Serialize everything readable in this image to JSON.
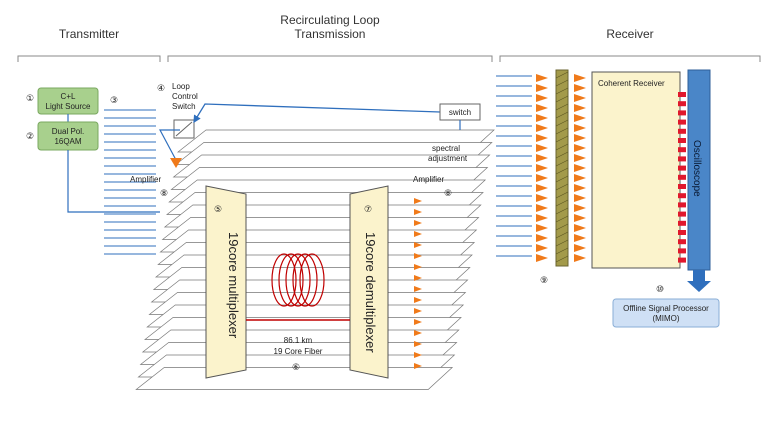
{
  "sections": {
    "transmitter": "Transmitter",
    "loop_line1": "Recirculating Loop",
    "loop_line2": "Transmission",
    "receiver": "Receiver"
  },
  "numbers": {
    "n1": "①",
    "n2": "②",
    "n3": "③",
    "n4": "④",
    "n5": "⑤",
    "n6": "⑥",
    "n7": "⑦",
    "n8a": "⑧",
    "n8b": "⑧",
    "n9": "⑨",
    "n10": "⑩"
  },
  "labels": {
    "light_source_1": "C+L",
    "light_source_2": "Light Source",
    "modulator_1": "Dual Pol.",
    "modulator_2": "16QAM",
    "loop_switch_1": "Loop",
    "loop_switch_2": "Control",
    "loop_switch_3": "Switch",
    "amplifier_left": "Amplifier",
    "amplifier_right": "Amplifier",
    "switch": "switch",
    "spectral_1": "spectral",
    "spectral_2": "adjustment",
    "multiplexer": "19core multiplexer",
    "demultiplexer": "19core demultiplexer",
    "fiber_1": "86.1 km",
    "fiber_2": "19 Core Fiber",
    "coherent_receiver": "Coherent Receiver",
    "oscilloscope": "Oscilloscope",
    "offline_1": "Offline Signal Processor",
    "offline_2": "(MIMO)"
  },
  "colors": {
    "green_box": "#a8d08d",
    "amplifier": "#f07a1a",
    "fiber": "#c00000",
    "oscilloscope": "#4a86c8",
    "line_blue": "#2f6fbd",
    "mux_fill": "#fbf3cc",
    "offline_box": "#cfe0f5"
  }
}
